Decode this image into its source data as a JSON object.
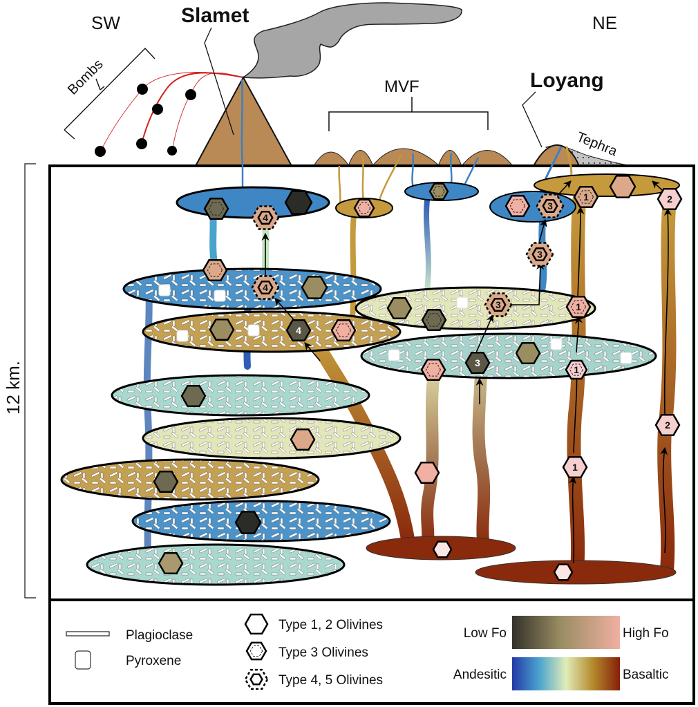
{
  "labels": {
    "sw": "SW",
    "ne": "NE",
    "slamet": "Slamet",
    "loyang": "Loyang",
    "mvf": "MVF",
    "bombs": "Bombs",
    "tephra": "Tephra",
    "depth_scale": "12 km."
  },
  "legend": {
    "plagioclase": "Plagioclase",
    "pyroxene": "Pyroxene",
    "type12": "Type 1, 2 Olivines",
    "type3": "Type 3 Olivines",
    "type45": "Type 4, 5 Olivines",
    "low_fo": "Low Fo",
    "high_fo": "High Fo",
    "andesitic": "Andesitic",
    "basaltic": "Basaltic"
  },
  "colors": {
    "edifice": "#b98a55",
    "plume": "#a6a6a6",
    "andesitic": "#2a46a8",
    "blue": "#3f87c4",
    "teal": "#a9d8cf",
    "cream": "#e3e6b8",
    "ochre": "#c49a3c",
    "basaltic": "#8a2a0c",
    "low_fo": "#33312a",
    "mid_fo": "#9a8d62",
    "high_fo": "#f0b0a2",
    "bomb_trail": "#d42020"
  },
  "olivine_labels": {
    "four": "4",
    "three": "3",
    "one": "1",
    "two": "2"
  }
}
